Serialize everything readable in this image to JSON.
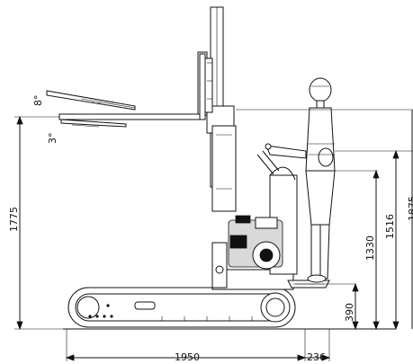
{
  "diagram": {
    "dimensions": {
      "length_1950": "1950",
      "length_236": "236",
      "height_1775": "1775",
      "height_390": "390",
      "height_1330": "1330",
      "height_1516": "1516",
      "height_1875_partial": "1875"
    },
    "angles": {
      "tilt_up": "8°",
      "tilt_down": "3°"
    }
  }
}
